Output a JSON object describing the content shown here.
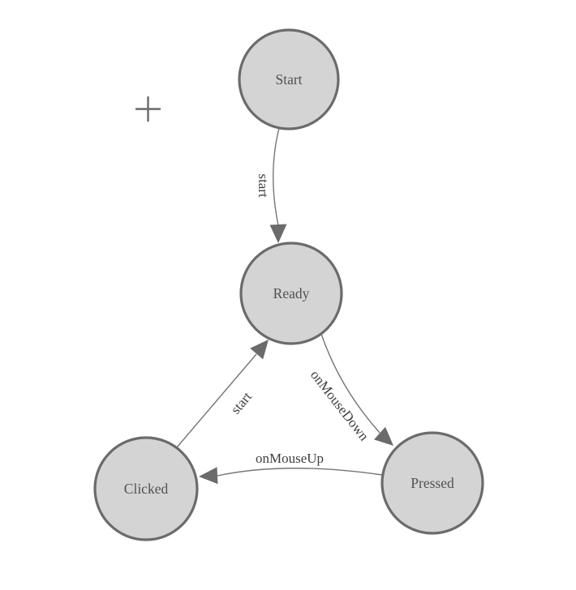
{
  "app": {
    "background": "#ffffff"
  },
  "diagram": {
    "type": "state-machine",
    "nodes": [
      {
        "id": "start",
        "label": "Start"
      },
      {
        "id": "ready",
        "label": "Ready"
      },
      {
        "id": "clicked",
        "label": "Clicked"
      },
      {
        "id": "pressed",
        "label": "Pressed"
      }
    ],
    "edges": [
      {
        "from": "Start",
        "to": "Ready",
        "label": "start"
      },
      {
        "from": "Ready",
        "to": "Pressed",
        "label": "onMouseDown"
      },
      {
        "from": "Pressed",
        "to": "Clicked",
        "label": "onMouseUp"
      },
      {
        "from": "Clicked",
        "to": "Ready",
        "label": "start"
      }
    ],
    "colors": {
      "node_fill": "#d4d4d4",
      "node_stroke": "#6b6b6b",
      "edge_stroke": "#757575",
      "arrow_fill": "#6b6b6b",
      "node_label": "#515151",
      "edge_label": "#3f3f3f",
      "crosshair": "#6a6a6a"
    },
    "icons": {
      "crosshair": "plus-crosshair"
    }
  }
}
